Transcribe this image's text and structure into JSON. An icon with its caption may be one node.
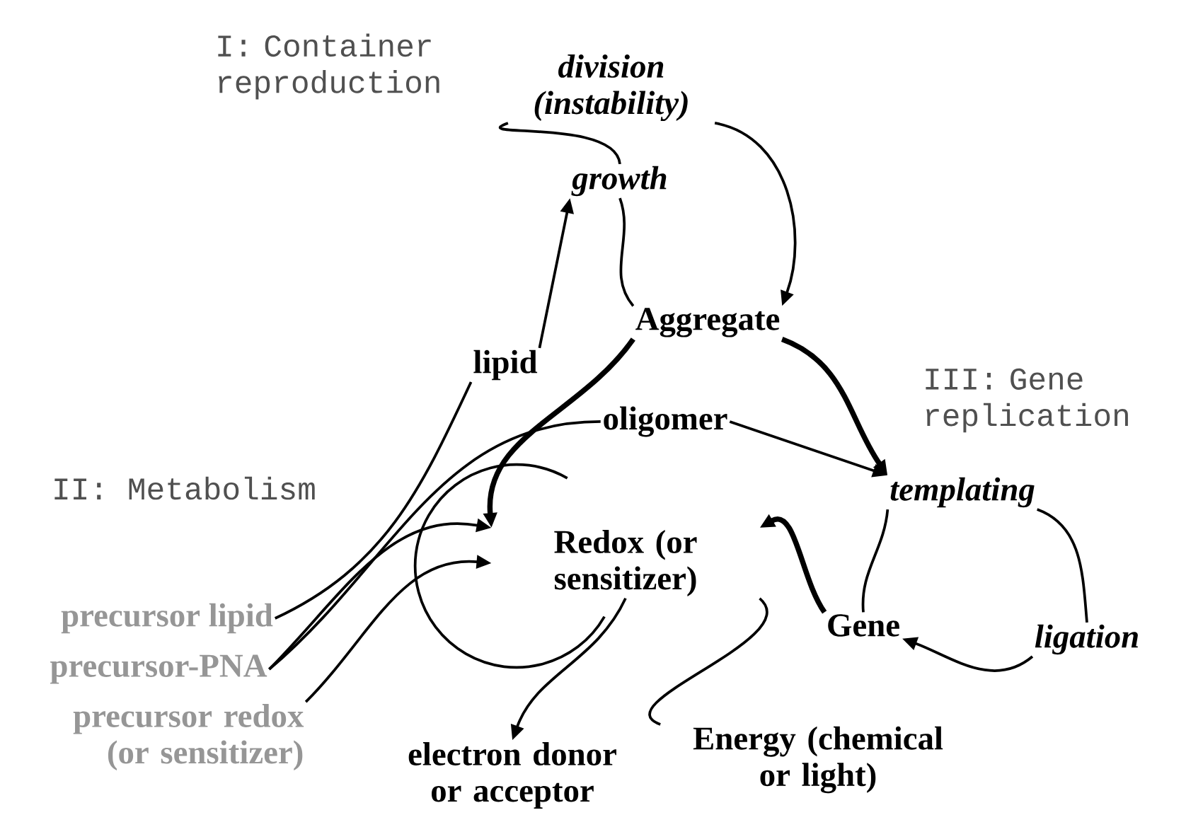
{
  "diagram": {
    "nodes": [
      {
        "text": [
          "growth"
        ]
      },
      {
        "text": [
          "division (instability)"
        ]
      },
      {
        "text": [
          "Aggregate"
        ]
      },
      {
        "text": [
          "lipid"
        ]
      },
      {
        "text": [
          "oligomer"
        ]
      },
      {
        "text": [
          "templating"
        ]
      },
      {
        "text": [
          "Gene"
        ]
      },
      {
        "text": [
          "ligation"
        ]
      },
      {
        "text": [
          "Redox (or sensitizer)"
        ]
      },
      {
        "text": [
          "precursor lipid"
        ]
      },
      {
        "text": [
          "precursor-PNA"
        ]
      },
      {
        "text": [
          "precursor redox (or sensitizer)"
        ]
      },
      {
        "text": [
          "electron donor or acceptor"
        ]
      },
      {
        "text": [
          "Energy (chemical or light)"
        ]
      }
    ],
    "edges": [
      {
        "from": 0,
        "to": 1,
        "arrow": "none"
      },
      {
        "from": 1,
        "to": 2,
        "arrow": "to"
      },
      {
        "from": 2,
        "to": 0,
        "arrow": "none"
      },
      {
        "from": 3,
        "to": 0,
        "arrow": "to"
      },
      {
        "from": 2,
        "to": 8,
        "arrow": "to",
        "style": "thick"
      },
      {
        "from": 2,
        "to": 5,
        "arrow": "to",
        "style": "thick"
      },
      {
        "from": 4,
        "to": 5,
        "arrow": "to"
      },
      {
        "from": 6,
        "to": 8,
        "arrow": "to",
        "style": "thick"
      },
      {
        "from": 5,
        "to": 7,
        "arrow": "none"
      },
      {
        "from": 7,
        "to": 6,
        "arrow": "to"
      },
      {
        "from": 6,
        "to": 5,
        "arrow": "none"
      },
      {
        "from": 9,
        "to": 3,
        "arrow": "none"
      },
      {
        "from": 10,
        "to": 4,
        "arrow": "none"
      },
      {
        "from": 10,
        "to": 8,
        "arrow": "to"
      },
      {
        "from": 11,
        "to": 8,
        "arrow": "to"
      },
      {
        "from": 8,
        "to": 12,
        "arrow": "to"
      },
      {
        "from": 13,
        "to": 8,
        "arrow": "none"
      }
    ],
    "labels": [
      "I: Container reproduction",
      "III: Gene replication",
      "II: Metabolism"
    ]
  }
}
